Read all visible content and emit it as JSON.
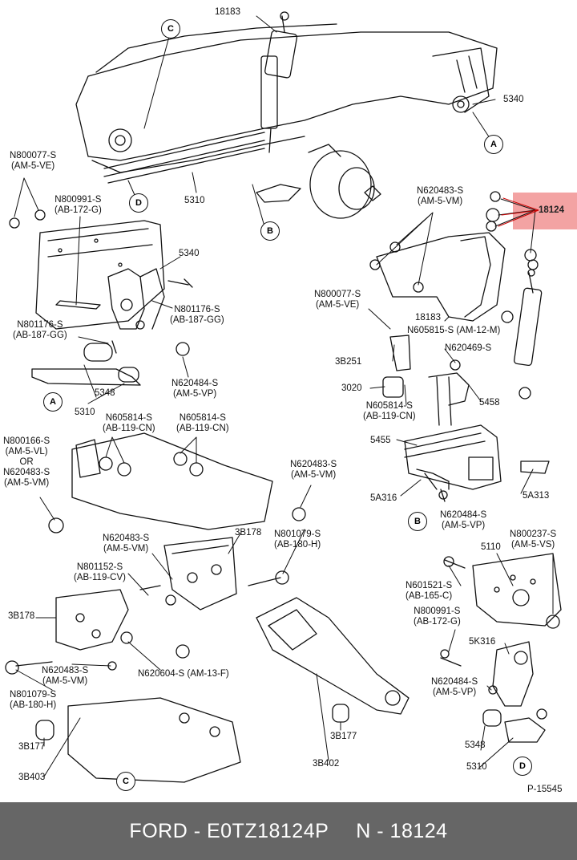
{
  "diagram": {
    "parts": [
      {
        "id": "p1",
        "text": "18183"
      },
      {
        "id": "p2",
        "text": "5340"
      },
      {
        "id": "p3",
        "text": "5310"
      },
      {
        "id": "p4",
        "lines": [
          "N800077-S",
          "(AM-5-VE)"
        ]
      },
      {
        "id": "p5",
        "lines": [
          "N800991-S",
          "(AB-172-G)"
        ]
      },
      {
        "id": "p6",
        "text": "5340"
      },
      {
        "id": "p7",
        "lines": [
          "N801176-S",
          "(AB-187-GG)"
        ]
      },
      {
        "id": "p8",
        "lines": [
          "N801176-S",
          "(AB-187-GG)"
        ]
      },
      {
        "id": "p9",
        "lines": [
          "N620484-S",
          "(AM-5-VP)"
        ]
      },
      {
        "id": "p10",
        "text": "5348"
      },
      {
        "id": "p11",
        "text": "5310"
      },
      {
        "id": "p12",
        "lines": [
          "N620483-S",
          "(AM-5-VM)"
        ]
      },
      {
        "id": "p13",
        "text": "18124"
      },
      {
        "id": "p14",
        "lines": [
          "N800077-S",
          "(AM-5-VE)"
        ]
      },
      {
        "id": "p15",
        "text": "18183"
      },
      {
        "id": "p16",
        "text": "N605815-S (AM-12-M)"
      },
      {
        "id": "p17",
        "text": "N620469-S"
      },
      {
        "id": "p18",
        "text": "3B251"
      },
      {
        "id": "p19",
        "text": "3020"
      },
      {
        "id": "p20",
        "lines": [
          "N605814-S",
          "(AB-119-CN)"
        ]
      },
      {
        "id": "p21",
        "text": "5458"
      },
      {
        "id": "p22",
        "text": "5455"
      },
      {
        "id": "p23",
        "text": "5A316"
      },
      {
        "id": "p24",
        "text": "5A313"
      },
      {
        "id": "p25",
        "lines": [
          "N620484-S",
          "(AM-5-VP)"
        ]
      },
      {
        "id": "p26",
        "lines": [
          "N605814-S",
          "(AB-119-CN)"
        ]
      },
      {
        "id": "p27",
        "lines": [
          "N605814-S",
          "(AB-119-CN)"
        ]
      },
      {
        "id": "p28",
        "lines": [
          "N800166-S",
          "(AM-5-VL)",
          "OR",
          "N620483-S",
          "(AM-5-VM)"
        ]
      },
      {
        "id": "p29",
        "lines": [
          "N620483-S",
          "(AM-5-VM)"
        ]
      },
      {
        "id": "p30",
        "lines": [
          "N620483-S",
          "(AM-5-VM)"
        ]
      },
      {
        "id": "p31",
        "text": "3B178"
      },
      {
        "id": "p32",
        "lines": [
          "N801079-S",
          "(AB-180-H)"
        ]
      },
      {
        "id": "p33",
        "lines": [
          "N801152-S",
          "(AB-119-CV)"
        ]
      },
      {
        "id": "p34",
        "text": "3B178"
      },
      {
        "id": "p35",
        "text": "N620604-S (AM-13-F)"
      },
      {
        "id": "p36",
        "lines": [
          "N620483-S",
          "(AM-5-VM)"
        ]
      },
      {
        "id": "p37",
        "lines": [
          "N801079-S",
          "(AB-180-H)"
        ]
      },
      {
        "id": "p38",
        "text": "3B177"
      },
      {
        "id": "p39",
        "text": "3B403"
      },
      {
        "id": "p40",
        "text": "3B177"
      },
      {
        "id": "p41",
        "text": "3B402"
      },
      {
        "id": "p42",
        "lines": [
          "N800237-S",
          "(AM-5-VS)"
        ]
      },
      {
        "id": "p43",
        "text": "5110"
      },
      {
        "id": "p44",
        "lines": [
          "N601521-S",
          "(AB-165-C)"
        ]
      },
      {
        "id": "p45",
        "lines": [
          "N800991-S",
          "(AB-172-G)"
        ]
      },
      {
        "id": "p46",
        "text": "5K316"
      },
      {
        "id": "p47",
        "lines": [
          "N620484-S",
          "(AM-5-VP)"
        ]
      },
      {
        "id": "p48",
        "text": "5348"
      },
      {
        "id": "p49",
        "text": "5310"
      },
      {
        "id": "p50",
        "text": "P-15545"
      }
    ],
    "circled": [
      {
        "id": "c1",
        "text": "C"
      },
      {
        "id": "c2",
        "text": "A"
      },
      {
        "id": "c3",
        "text": "D"
      },
      {
        "id": "c4",
        "text": "B"
      },
      {
        "id": "c5",
        "text": "A"
      },
      {
        "id": "c6",
        "text": "B"
      },
      {
        "id": "c7",
        "text": "C"
      },
      {
        "id": "c8",
        "text": "D"
      }
    ],
    "highlight_color": "#f3a3a3"
  },
  "footer": {
    "brand_part": "FORD - E0TZ18124P",
    "ref": "N - 18124"
  }
}
